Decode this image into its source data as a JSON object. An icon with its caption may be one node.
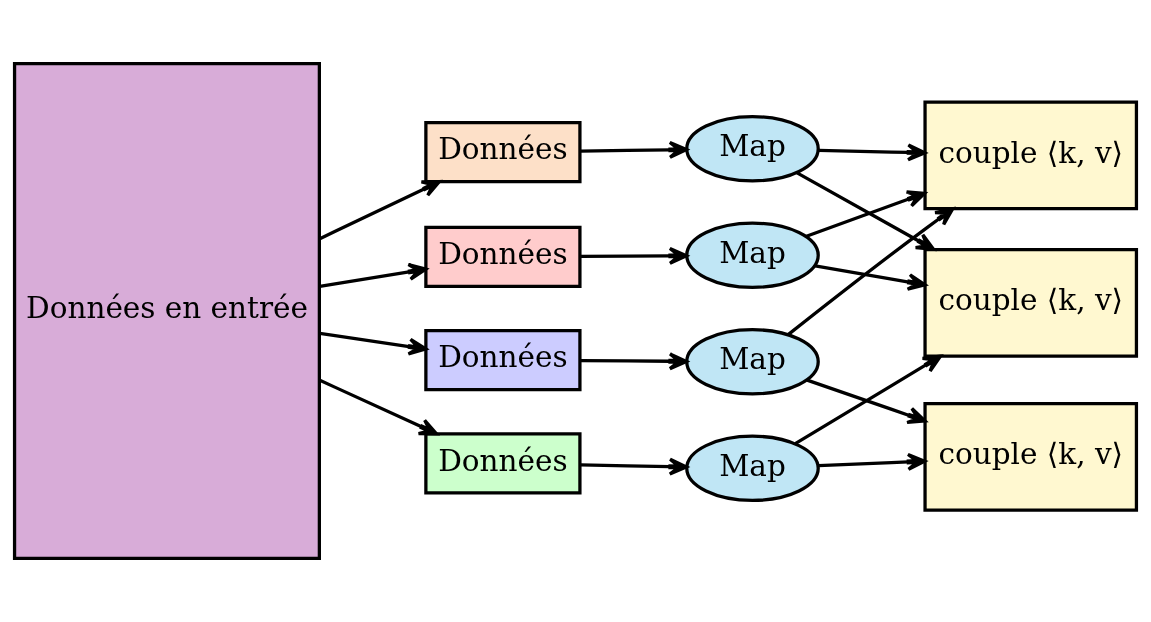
{
  "diagram": {
    "nodes": [
      {
        "text": [
          "Données en entrée"
        ]
      },
      {
        "text": [
          "Données"
        ]
      },
      {
        "text": [
          "Données"
        ]
      },
      {
        "text": [
          "Données"
        ]
      },
      {
        "text": [
          "Données"
        ]
      },
      {
        "text": [
          "Map"
        ]
      },
      {
        "text": [
          "Map"
        ]
      },
      {
        "text": [
          "Map"
        ]
      },
      {
        "text": [
          "Map"
        ]
      },
      {
        "text": [
          "couple ⟨k, v⟩"
        ]
      },
      {
        "text": [
          "couple ⟨k, v⟩"
        ]
      },
      {
        "text": [
          "couple ⟨k, v⟩"
        ]
      }
    ],
    "edges": [
      {
        "from": 0,
        "to": 1,
        "arrow": "to"
      },
      {
        "from": 0,
        "to": 2,
        "arrow": "to"
      },
      {
        "from": 0,
        "to": 3,
        "arrow": "to"
      },
      {
        "from": 0,
        "to": 4,
        "arrow": "to"
      },
      {
        "from": 1,
        "to": 5,
        "arrow": "to"
      },
      {
        "from": 2,
        "to": 6,
        "arrow": "to"
      },
      {
        "from": 3,
        "to": 7,
        "arrow": "to"
      },
      {
        "from": 4,
        "to": 8,
        "arrow": "to"
      },
      {
        "from": 5,
        "to": 9,
        "arrow": "to"
      },
      {
        "from": 5,
        "to": 10,
        "arrow": "to"
      },
      {
        "from": 6,
        "to": 9,
        "arrow": "to"
      },
      {
        "from": 6,
        "to": 11,
        "arrow": "to"
      },
      {
        "from": 7,
        "to": 9,
        "arrow": "to"
      },
      {
        "from": 7,
        "to": 10,
        "arrow": "to"
      },
      {
        "from": 8,
        "to": 10,
        "arrow": "to"
      },
      {
        "from": 8,
        "to": 11,
        "arrow": "to"
      }
    ]
  }
}
